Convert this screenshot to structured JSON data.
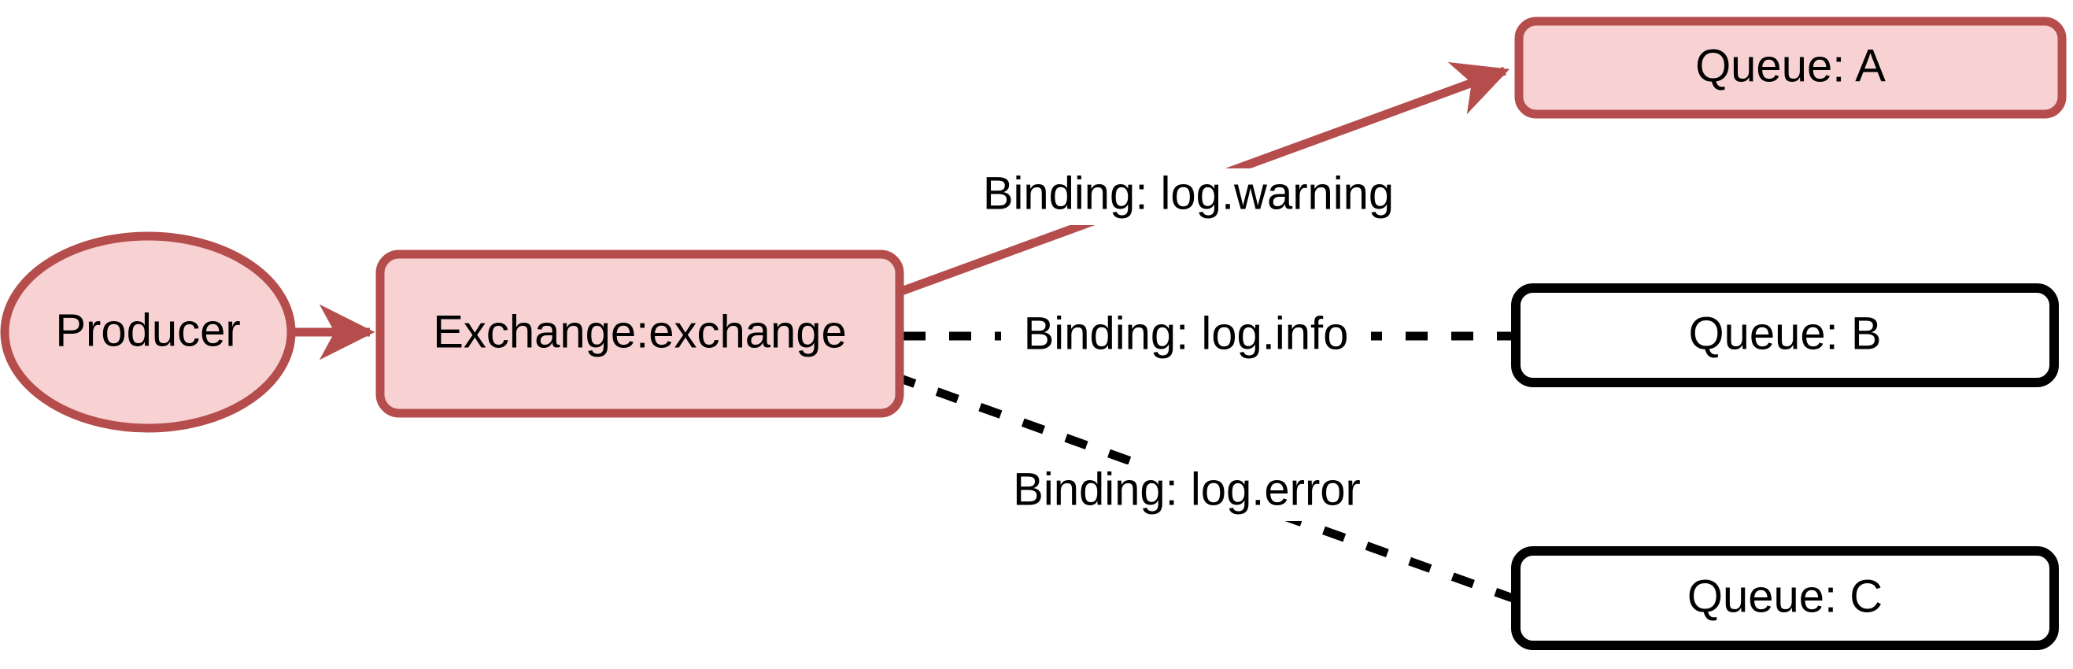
{
  "diagram": {
    "type": "message-broker-routing-diagram",
    "background": "#ffffff",
    "highlight_border_color": "#b54d4d",
    "highlight_fill_color": "#f8d2d2",
    "plain_border_color": "#000000",
    "plain_fill_color": "#ffffff",
    "dashed_edge_color": "#000000",
    "solid_edge_color": "#b54d4d"
  },
  "nodes": {
    "producer": {
      "label": "Producer",
      "shape": "ellipse",
      "state": "highlighted"
    },
    "exchange": {
      "label": "Exchange:exchange",
      "shape": "rounded-rect",
      "state": "highlighted"
    },
    "queue_a": {
      "label": "Queue: A",
      "shape": "rounded-rect",
      "state": "highlighted"
    },
    "queue_b": {
      "label": "Queue: B",
      "shape": "rounded-rect",
      "state": "plain"
    },
    "queue_c": {
      "label": "Queue: C",
      "shape": "rounded-rect",
      "state": "plain"
    }
  },
  "edges": {
    "producer_to_exchange": {
      "label": "",
      "style": "solid",
      "color": "#b54d4d",
      "arrowhead": true
    },
    "exchange_to_queue_a": {
      "label": "Binding: log.warning",
      "style": "solid",
      "color": "#b54d4d",
      "arrowhead": true
    },
    "exchange_to_queue_b": {
      "label": "Binding: log.info",
      "style": "dashed",
      "color": "#000000",
      "arrowhead": false
    },
    "exchange_to_queue_c": {
      "label": "Binding: log.error",
      "style": "dashed",
      "color": "#000000",
      "arrowhead": false
    }
  }
}
